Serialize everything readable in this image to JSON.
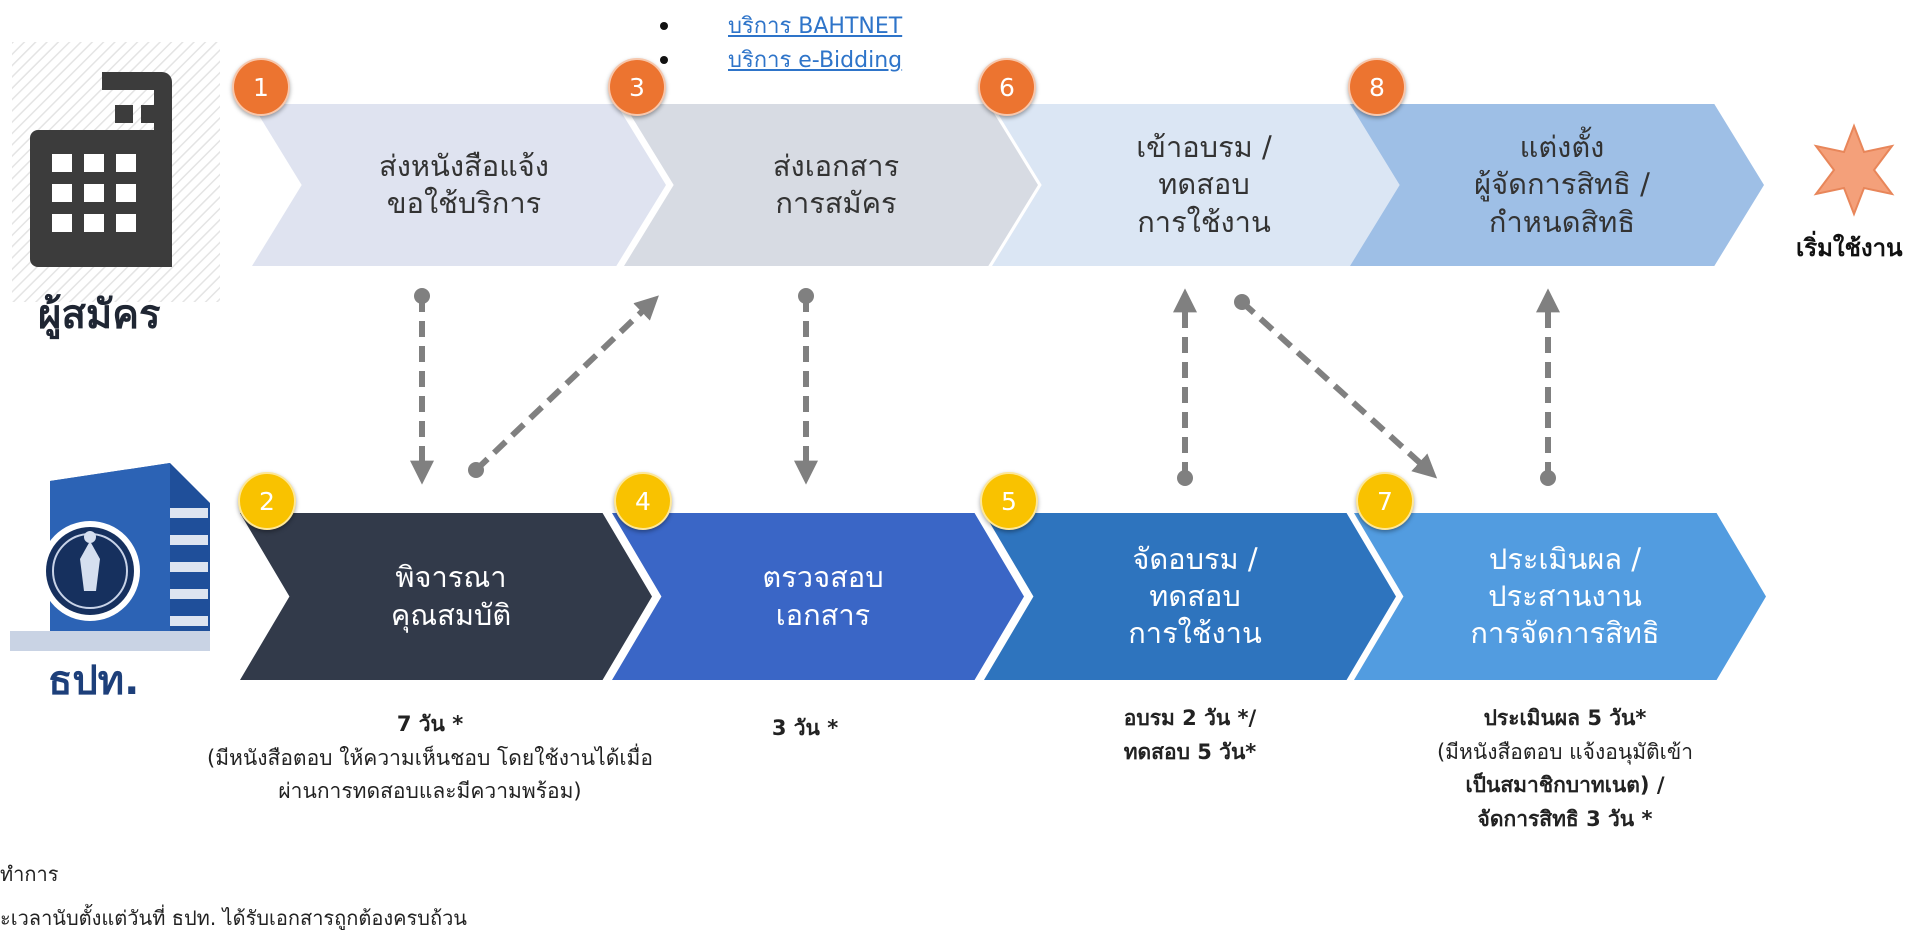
{
  "links": [
    {
      "label": "บริการ BAHTNET"
    },
    {
      "label": "บริการ e-Bidding"
    }
  ],
  "actors": {
    "applicant": "ผู้สมัคร",
    "bot": "ธปท."
  },
  "top_steps": [
    {
      "number": "1",
      "label": "ส่งหนังสือแจ้ง\nขอใช้บริการ",
      "color": "#dfe3f0"
    },
    {
      "number": "3",
      "label": "ส่งเอกสาร\nการสมัคร",
      "color": "#d7dbe3"
    },
    {
      "number": "6",
      "label": "เข้าอบรม /\nทดสอบ\nการใช้งาน",
      "color": "#dbe6f4"
    },
    {
      "number": "8",
      "label": "แต่งตั้ง\nผู้จัดการสิทธิ /\nกำหนดสิทธิ",
      "color": "#9ebfe6"
    }
  ],
  "bottom_steps": [
    {
      "number": "2",
      "label": "พิจารณา\nคุณสมบัติ",
      "color": "#323a4a"
    },
    {
      "number": "4",
      "label": "ตรวจสอบ\nเอกสาร",
      "color": "#3a66c6"
    },
    {
      "number": "5",
      "label": "จัดอบรม /\nทดสอบ\nการใช้งาน",
      "color": "#2e74be"
    },
    {
      "number": "7",
      "label": "ประเมินผล /\nประสานงาน\nการจัดการสิทธิ",
      "color": "#529ce0"
    }
  ],
  "start": {
    "label": "เริ่มใช้งาน",
    "color": "#f4a07a"
  },
  "durations": {
    "d1_main": "7 วัน *",
    "d1_sub1": "(มีหนังสือตอบ ให้ความเห็นชอบ โดยใช้งานได้เมื่อ",
    "d1_sub2": "ผ่านการทดสอบและมีความพร้อม)",
    "d2_main": "3 วัน *",
    "d3_line1": "อบรม 2 วัน */",
    "d3_line2": "ทดสอบ 5 วัน*",
    "d4_line1": "ประเมินผล 5 วัน*",
    "d4_line2": "(มีหนังสือตอบ แจ้งอนุมัติเข้า",
    "d4_line3": "เป็นสมาชิกบาทเนต) /",
    "d4_line4": "จัดการสิทธิ 3 วัน *"
  },
  "notes": {
    "n1": "ทำการ",
    "n2": "ะเวลานับตั้งแต่วันที่ ธปท. ได้รับเอกสารถูกต้องครบถ้วน"
  },
  "colors": {
    "badge_orange": "#ec7430",
    "badge_yellow": "#f9c200",
    "connector": "#808080",
    "link": "#2e74c9"
  }
}
